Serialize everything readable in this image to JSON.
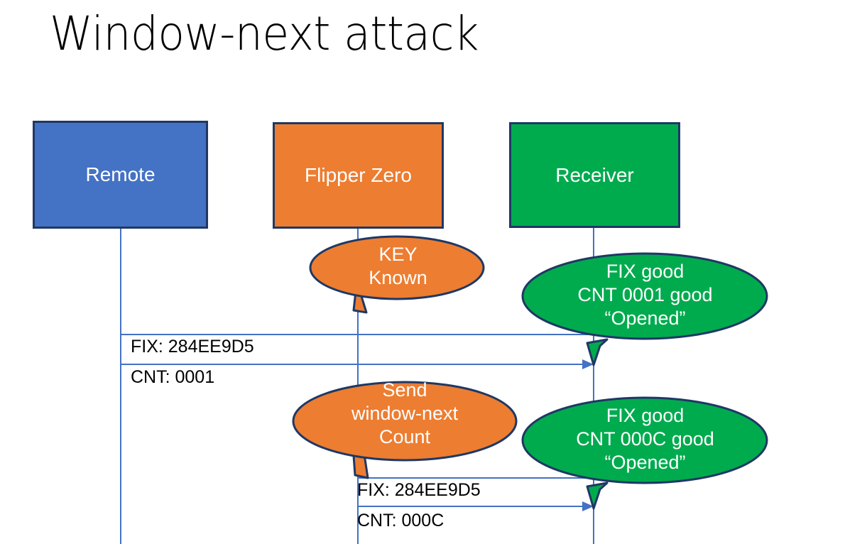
{
  "slide": {
    "title": "Window-next attack",
    "background_color": "#FFFFFF"
  },
  "colors": {
    "remote_fill": "#4472C4",
    "flipper_fill": "#ED7D31",
    "receiver_fill": "#00AB4E",
    "shape_outline": "#1F3864",
    "connector_line": "#4472C4",
    "label_text": "#000000",
    "shape_text": "#FFFFFF"
  },
  "actors": [
    {
      "id": "remote",
      "label": "Remote",
      "fill": "#4472C4"
    },
    {
      "id": "flipper",
      "label": "Flipper Zero",
      "fill": "#ED7D31"
    },
    {
      "id": "receiver",
      "label": "Receiver",
      "fill": "#00AB4E"
    }
  ],
  "callouts": [
    {
      "id": "key-known",
      "owner": "flipper",
      "text": "KEY\nKnown",
      "fill": "#ED7D31"
    },
    {
      "id": "receiver-ok-1",
      "owner": "receiver",
      "text": "FIX good\nCNT 0001 good\n“Opened”",
      "fill": "#00AB4E"
    },
    {
      "id": "send-window",
      "owner": "flipper",
      "text": "Send\nwindow-next\nCount",
      "fill": "#ED7D31"
    },
    {
      "id": "receiver-ok-2",
      "owner": "receiver",
      "text": "FIX good\nCNT 000C good\n“Opened”",
      "fill": "#00AB4E"
    }
  ],
  "messages": [
    {
      "id": "msg-1",
      "from": "remote",
      "to": "receiver",
      "fix_label": "FIX: 284EE9D5",
      "cnt_label": "CNT: 0001"
    },
    {
      "id": "msg-2",
      "from": "flipper",
      "to": "receiver",
      "fix_label": "FIX: 284EE9D5",
      "cnt_label": "CNT: 000C"
    }
  ]
}
